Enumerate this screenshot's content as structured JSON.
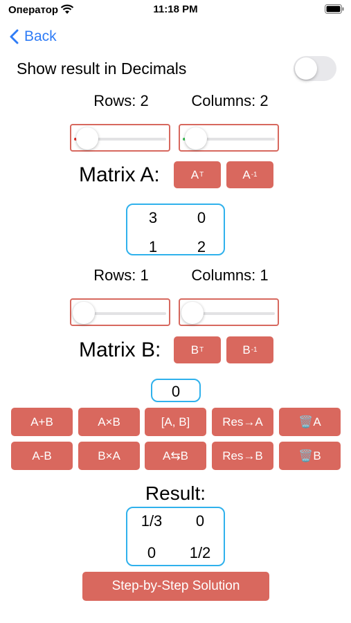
{
  "status": {
    "carrier": "Оператор",
    "time": "11:18 PM"
  },
  "nav": {
    "back_label": "Back"
  },
  "settings": {
    "decimals_label": "Show result in Decimals",
    "decimals_on": false
  },
  "matrixA": {
    "rows_label": "Rows: 2",
    "columns_label": "Columns: 2",
    "rows_slider_level": 0.05,
    "columns_slider_level": 0.05,
    "title": "Matrix A:",
    "transpose_label": "A",
    "transpose_sup": "T",
    "inverse_label": "A",
    "inverse_sup": "-1",
    "cells": [
      [
        "3",
        "0"
      ],
      [
        "1",
        "2"
      ]
    ]
  },
  "matrixB": {
    "rows_label": "Rows: 1",
    "columns_label": "Columns: 1",
    "rows_slider_level": 0.0,
    "columns_slider_level": 0.0,
    "title": "Matrix B:",
    "transpose_label": "B",
    "transpose_sup": "T",
    "inverse_label": "B",
    "inverse_sup": "-1",
    "cells": [
      [
        "0"
      ]
    ]
  },
  "operations": {
    "row1": [
      "A+B",
      "A×B",
      "[A, B]",
      "Res→A",
      "🗑️A"
    ],
    "row2": [
      "A-B",
      "B×A",
      "A⇆B",
      "Res→B",
      "🗑️B"
    ]
  },
  "result": {
    "title": "Result:",
    "cells": [
      [
        "1/3",
        "0"
      ],
      [
        "0",
        "1/2"
      ]
    ],
    "step_button": "Step-by-Step Solution"
  },
  "colors": {
    "accent": "#d9685e",
    "link": "#2f7cf6",
    "matrix_border": "#2fb1ec",
    "red_fill": "#e5362f",
    "green_fill": "#3cc257"
  }
}
